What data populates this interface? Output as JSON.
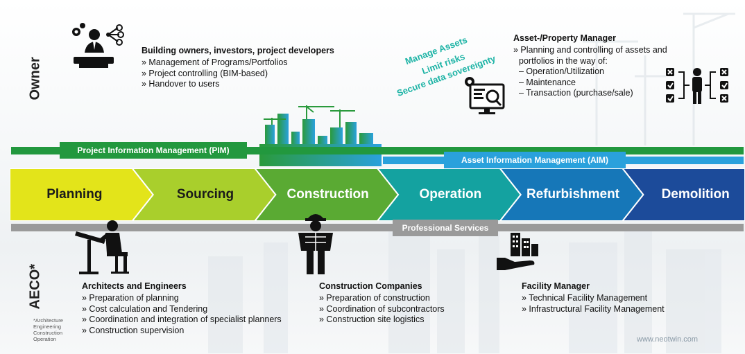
{
  "side_labels": {
    "owner": "Owner",
    "aeco": "AECO*"
  },
  "aeco_footnote": "*Architecture\nEngineering\nConstruction\nOperation",
  "bands": {
    "pim": "Project Information Management (PIM)",
    "aim": "Asset Information Management (AIM)",
    "professional_services": "Professional Services"
  },
  "stages": [
    "Planning",
    "Sourcing",
    "Construction",
    "Operation",
    "Refurbishment",
    "Demolition"
  ],
  "slogans": [
    "Manage Assets",
    "Limit risks",
    "Secure data sovereignty"
  ],
  "owner_block": {
    "title": "Building owners, investors, project developers",
    "items": [
      "» Management of Programs/Portfolios",
      "» Project controlling (BIM-based)",
      "» Handover to users"
    ]
  },
  "asset_block": {
    "title": "Asset-/Property Manager",
    "items": [
      "» Planning and controlling of assets and",
      "portfolios in the way of:",
      "– Operation/Utilization",
      "– Maintenance",
      "– Transaction (purchase/sale)"
    ]
  },
  "architects_block": {
    "title": "Architects and Engineers",
    "items": [
      "» Preparation of planning",
      "» Cost calculation and Tendering",
      "» Coordination and integration of specialist planners",
      "» Construction supervision"
    ]
  },
  "construction_block": {
    "title": "Construction Companies",
    "items": [
      "» Preparation of construction",
      "» Coordination of subcontractors",
      "» Construction site logistics"
    ]
  },
  "facility_block": {
    "title": "Facility Manager",
    "items": [
      "» Technical Facility Management",
      "» Infrastructural Facility Management"
    ]
  },
  "footer_url": "www.neotwin.com",
  "colors": {
    "stages": [
      "#e3e41a",
      "#a9cf2c",
      "#5aaa33",
      "#14a2a0",
      "#1677b8",
      "#1c4b9a"
    ],
    "stage_text": [
      "#1a1a1a",
      "#1a1a1a",
      "#ffffff",
      "#ffffff",
      "#ffffff",
      "#ffffff"
    ],
    "pim_green": "#22983e",
    "aim_blue": "#2aa1dc",
    "services_gray": "#9a9a9a",
    "slogan_teal": "#1cb3a5"
  }
}
